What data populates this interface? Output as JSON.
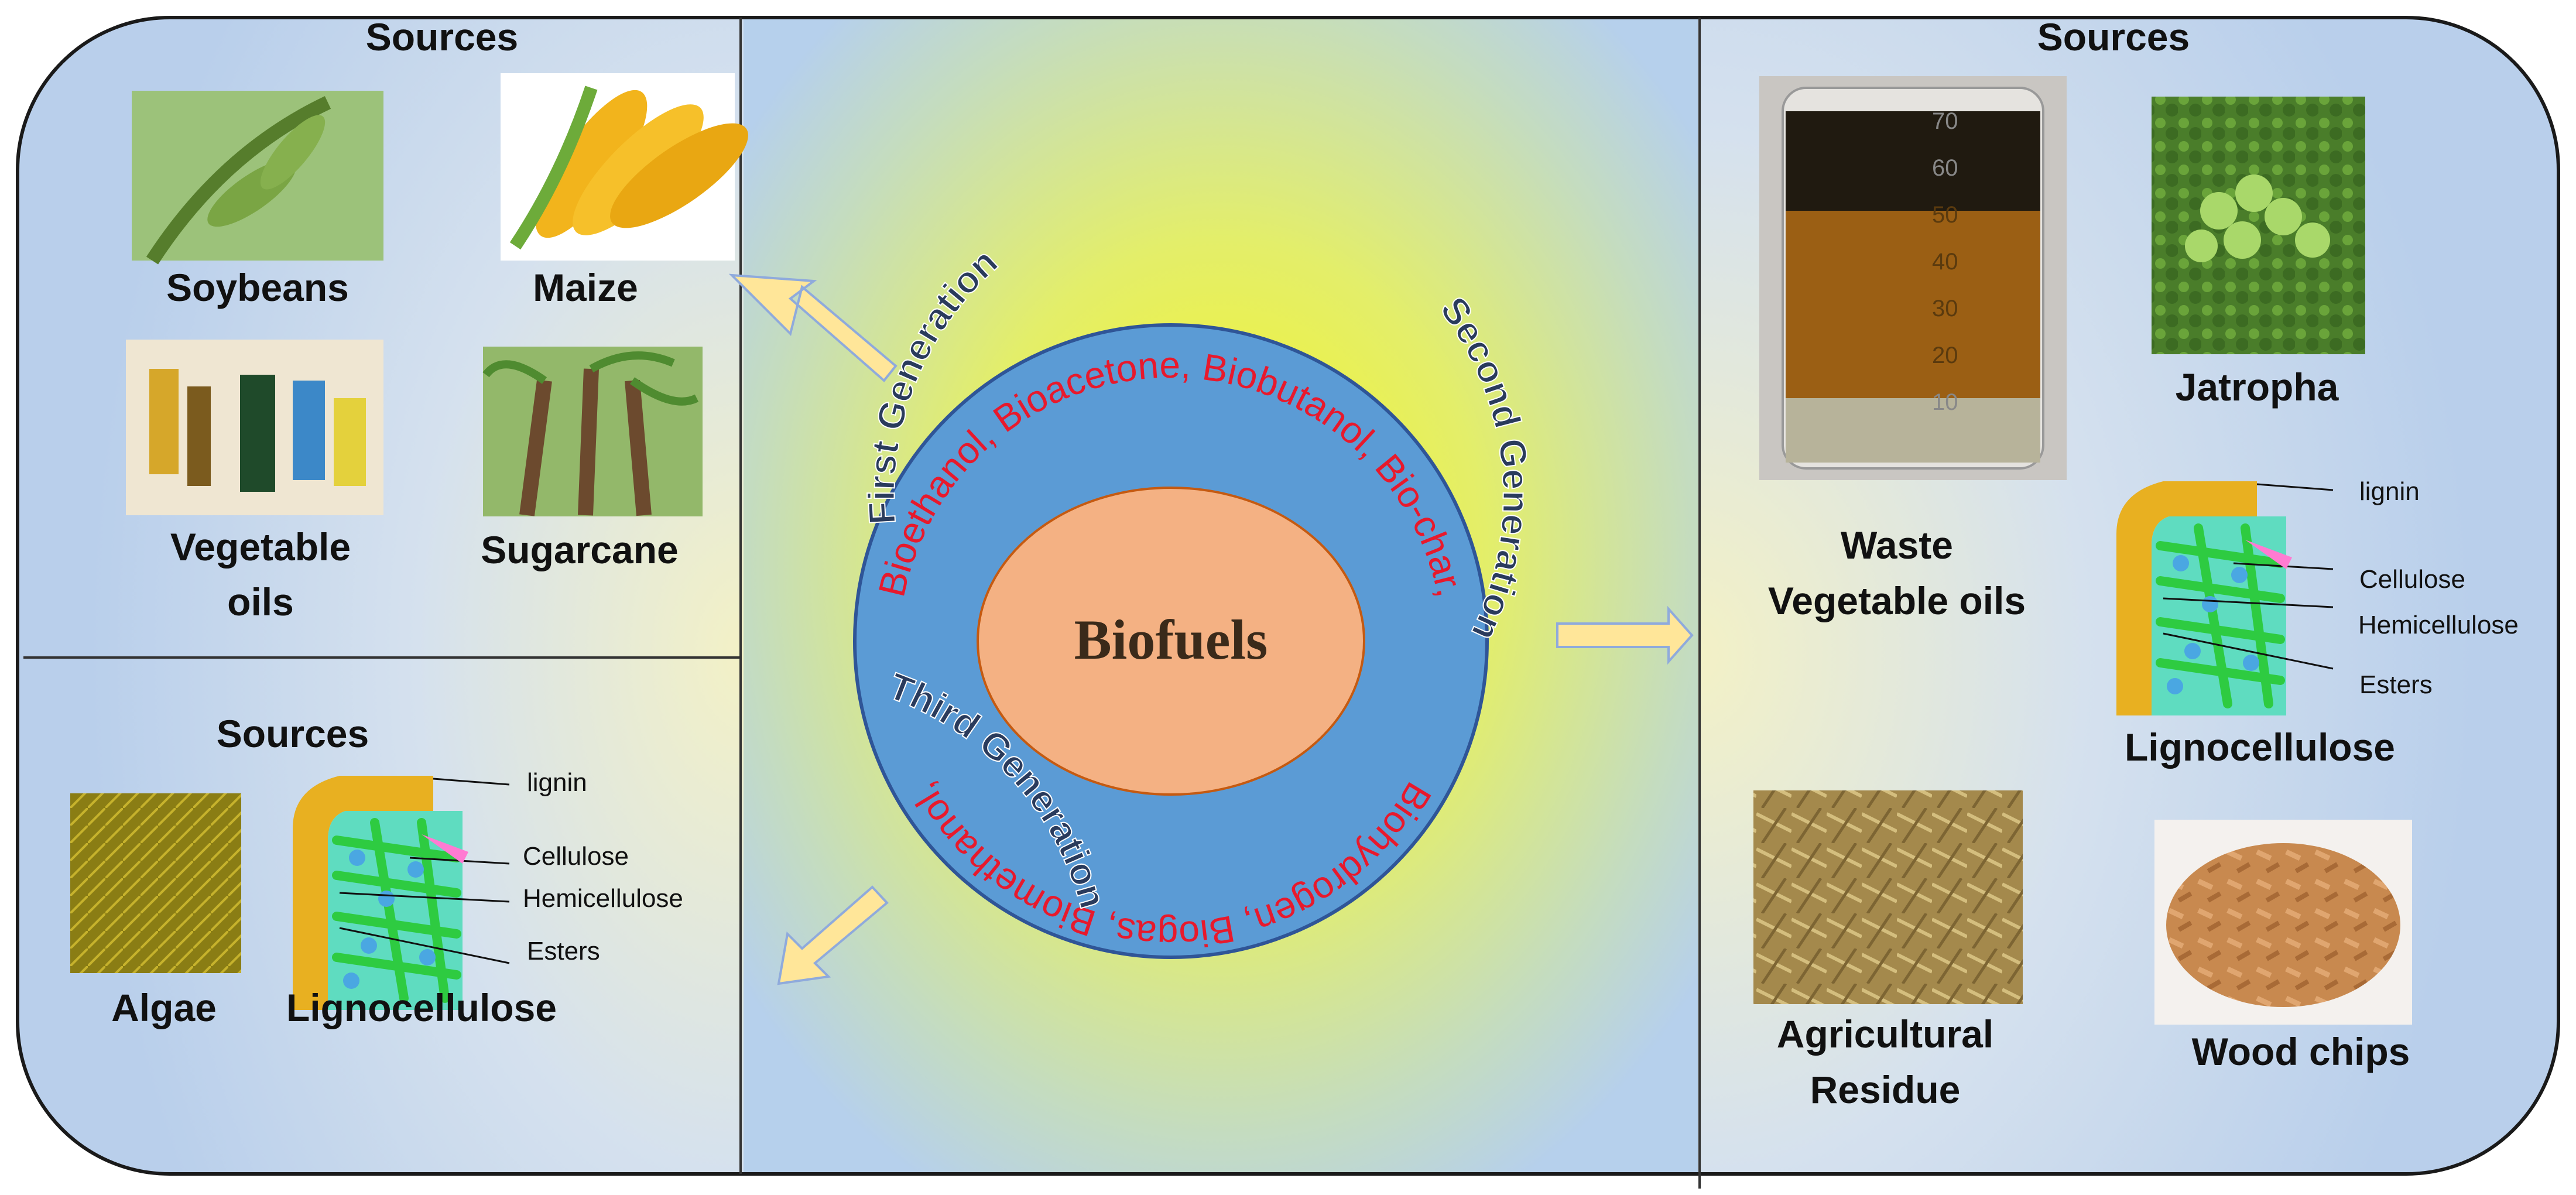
{
  "center": {
    "title": "Biofuels",
    "products": "Bioethanol, Bioacetone, Biobutanol, Bio-char, Biohydrogen, Biogas, Biomethanol,"
  },
  "generations": {
    "first": "First Generation",
    "second": "Second Generation",
    "third": "Third Generation"
  },
  "panels": {
    "first": {
      "heading": "Sources",
      "items": [
        "Soybeans",
        "Maize",
        "Vegetable",
        "oils",
        "Sugarcane"
      ]
    },
    "third": {
      "heading": "Sources",
      "items": [
        "Algae",
        "Lignocellulose"
      ]
    },
    "second": {
      "heading": "Sources",
      "items": [
        "Waste",
        "Vegetable oils",
        "Jatropha",
        "Lignocellulose",
        "Agricultural",
        "Residue",
        "Wood chips"
      ]
    }
  },
  "lignocellulose_labels": [
    "lignin",
    "Cellulose",
    "Hemicellulose",
    "Esters"
  ],
  "beaker_scale": [
    "70",
    "60",
    "50",
    "40",
    "30",
    "20",
    "10"
  ],
  "colors": {
    "ring": "#5b9bd5",
    "core": "#f4b183",
    "arrow": "#ffe699",
    "arrow_edge": "#8faadc",
    "products": "#e8192c",
    "generation": "#2a3b5c"
  }
}
